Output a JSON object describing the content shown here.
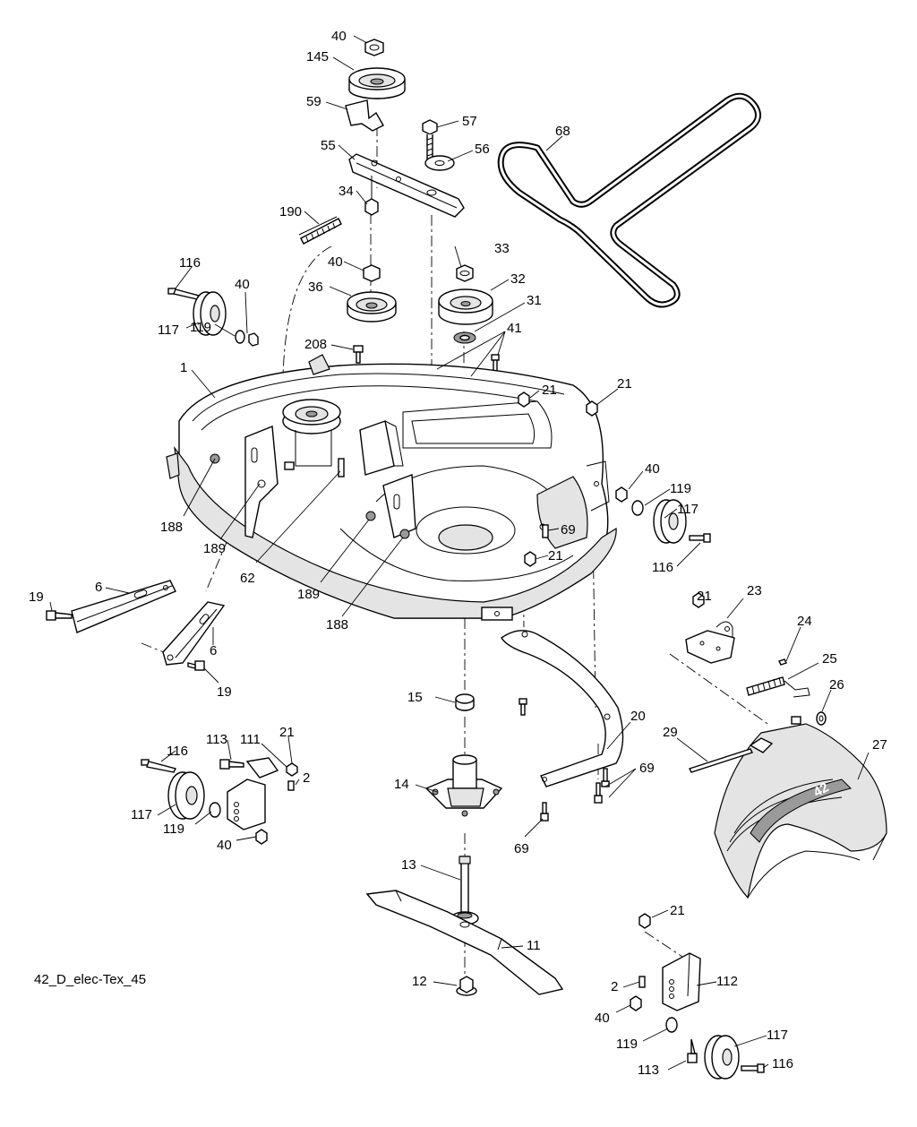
{
  "diagram": {
    "caption": "42_D_elec-Tex_45",
    "deck_badge": "42",
    "callouts": [
      {
        "id": "c40a",
        "text": "40"
      },
      {
        "id": "c145",
        "text": "145"
      },
      {
        "id": "c59",
        "text": "59"
      },
      {
        "id": "c57",
        "text": "57"
      },
      {
        "id": "c56",
        "text": "56"
      },
      {
        "id": "c55",
        "text": "55"
      },
      {
        "id": "c68",
        "text": "68"
      },
      {
        "id": "c34",
        "text": "34"
      },
      {
        "id": "c190",
        "text": "190"
      },
      {
        "id": "c116a",
        "text": "116"
      },
      {
        "id": "c40b",
        "text": "40"
      },
      {
        "id": "c40c",
        "text": "40"
      },
      {
        "id": "c33",
        "text": "33"
      },
      {
        "id": "c36",
        "text": "36"
      },
      {
        "id": "c32",
        "text": "32"
      },
      {
        "id": "c31",
        "text": "31"
      },
      {
        "id": "c117a",
        "text": "117"
      },
      {
        "id": "c119a",
        "text": "119"
      },
      {
        "id": "c41",
        "text": "41"
      },
      {
        "id": "c208",
        "text": "208"
      },
      {
        "id": "c1",
        "text": "1"
      },
      {
        "id": "c21a",
        "text": "21"
      },
      {
        "id": "c21b",
        "text": "21"
      },
      {
        "id": "c40d",
        "text": "40"
      },
      {
        "id": "c119b",
        "text": "119"
      },
      {
        "id": "c117b",
        "text": "117"
      },
      {
        "id": "c188a",
        "text": "188"
      },
      {
        "id": "c69a",
        "text": "69"
      },
      {
        "id": "c189a",
        "text": "189"
      },
      {
        "id": "c21c",
        "text": "21"
      },
      {
        "id": "c116b",
        "text": "116"
      },
      {
        "id": "c62",
        "text": "62"
      },
      {
        "id": "c189b",
        "text": "189"
      },
      {
        "id": "c19a",
        "text": "19"
      },
      {
        "id": "c6a",
        "text": "6"
      },
      {
        "id": "c188b",
        "text": "188"
      },
      {
        "id": "c21d",
        "text": "21"
      },
      {
        "id": "c23",
        "text": "23"
      },
      {
        "id": "c24",
        "text": "24"
      },
      {
        "id": "c6b",
        "text": "6"
      },
      {
        "id": "c25",
        "text": "25"
      },
      {
        "id": "c19b",
        "text": "19"
      },
      {
        "id": "c15",
        "text": "15"
      },
      {
        "id": "c26",
        "text": "26"
      },
      {
        "id": "c20",
        "text": "20"
      },
      {
        "id": "c21e",
        "text": "21"
      },
      {
        "id": "c116c",
        "text": "116"
      },
      {
        "id": "c113a",
        "text": "113"
      },
      {
        "id": "c111",
        "text": "111"
      },
      {
        "id": "c29",
        "text": "29"
      },
      {
        "id": "c27",
        "text": "27"
      },
      {
        "id": "c2a",
        "text": "2"
      },
      {
        "id": "c69b",
        "text": "69"
      },
      {
        "id": "c14",
        "text": "14"
      },
      {
        "id": "c117c",
        "text": "117"
      },
      {
        "id": "c119c",
        "text": "119"
      },
      {
        "id": "c40e",
        "text": "40"
      },
      {
        "id": "c69c",
        "text": "69"
      },
      {
        "id": "c13",
        "text": "13"
      },
      {
        "id": "c21f",
        "text": "21"
      },
      {
        "id": "c11",
        "text": "11"
      },
      {
        "id": "c2b",
        "text": "2"
      },
      {
        "id": "c112",
        "text": "112"
      },
      {
        "id": "c12",
        "text": "12"
      },
      {
        "id": "c40f",
        "text": "40"
      },
      {
        "id": "c119d",
        "text": "119"
      },
      {
        "id": "c117d",
        "text": "117"
      },
      {
        "id": "c113b",
        "text": "113"
      },
      {
        "id": "c116d",
        "text": "116"
      }
    ]
  }
}
